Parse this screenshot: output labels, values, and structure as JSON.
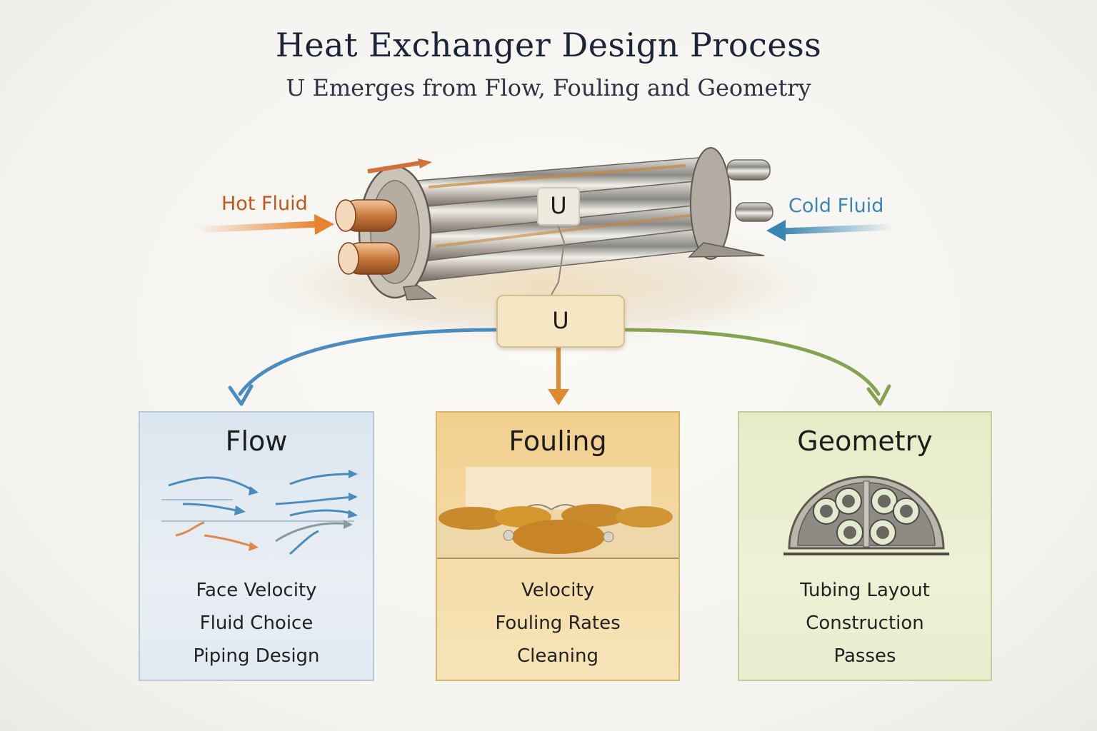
{
  "header": {
    "title": "Heat Exchanger Design Process",
    "subtitle": "U Emerges from Flow, Fouling and Geometry"
  },
  "exchanger": {
    "hot_label": "Hot Fluid",
    "cold_label": "Cold Fluid",
    "u_symbol": "U"
  },
  "hub": {
    "label": "U"
  },
  "cards": [
    {
      "title": "Flow",
      "items": [
        "Face Velocity",
        "Fluid Choice",
        "Piping Design"
      ],
      "color": "#3f86b6"
    },
    {
      "title": "Fouling",
      "items": [
        "Velocity",
        "Fouling Rates",
        "Cleaning"
      ],
      "color": "#e0892f"
    },
    {
      "title": "Geometry",
      "items": [
        "Tubing Layout",
        "Construction",
        "Passes"
      ],
      "color": "#7a9a4a"
    }
  ],
  "colors": {
    "hot": "#e8832f",
    "cold": "#3a86b3",
    "title": "#1c2438"
  }
}
